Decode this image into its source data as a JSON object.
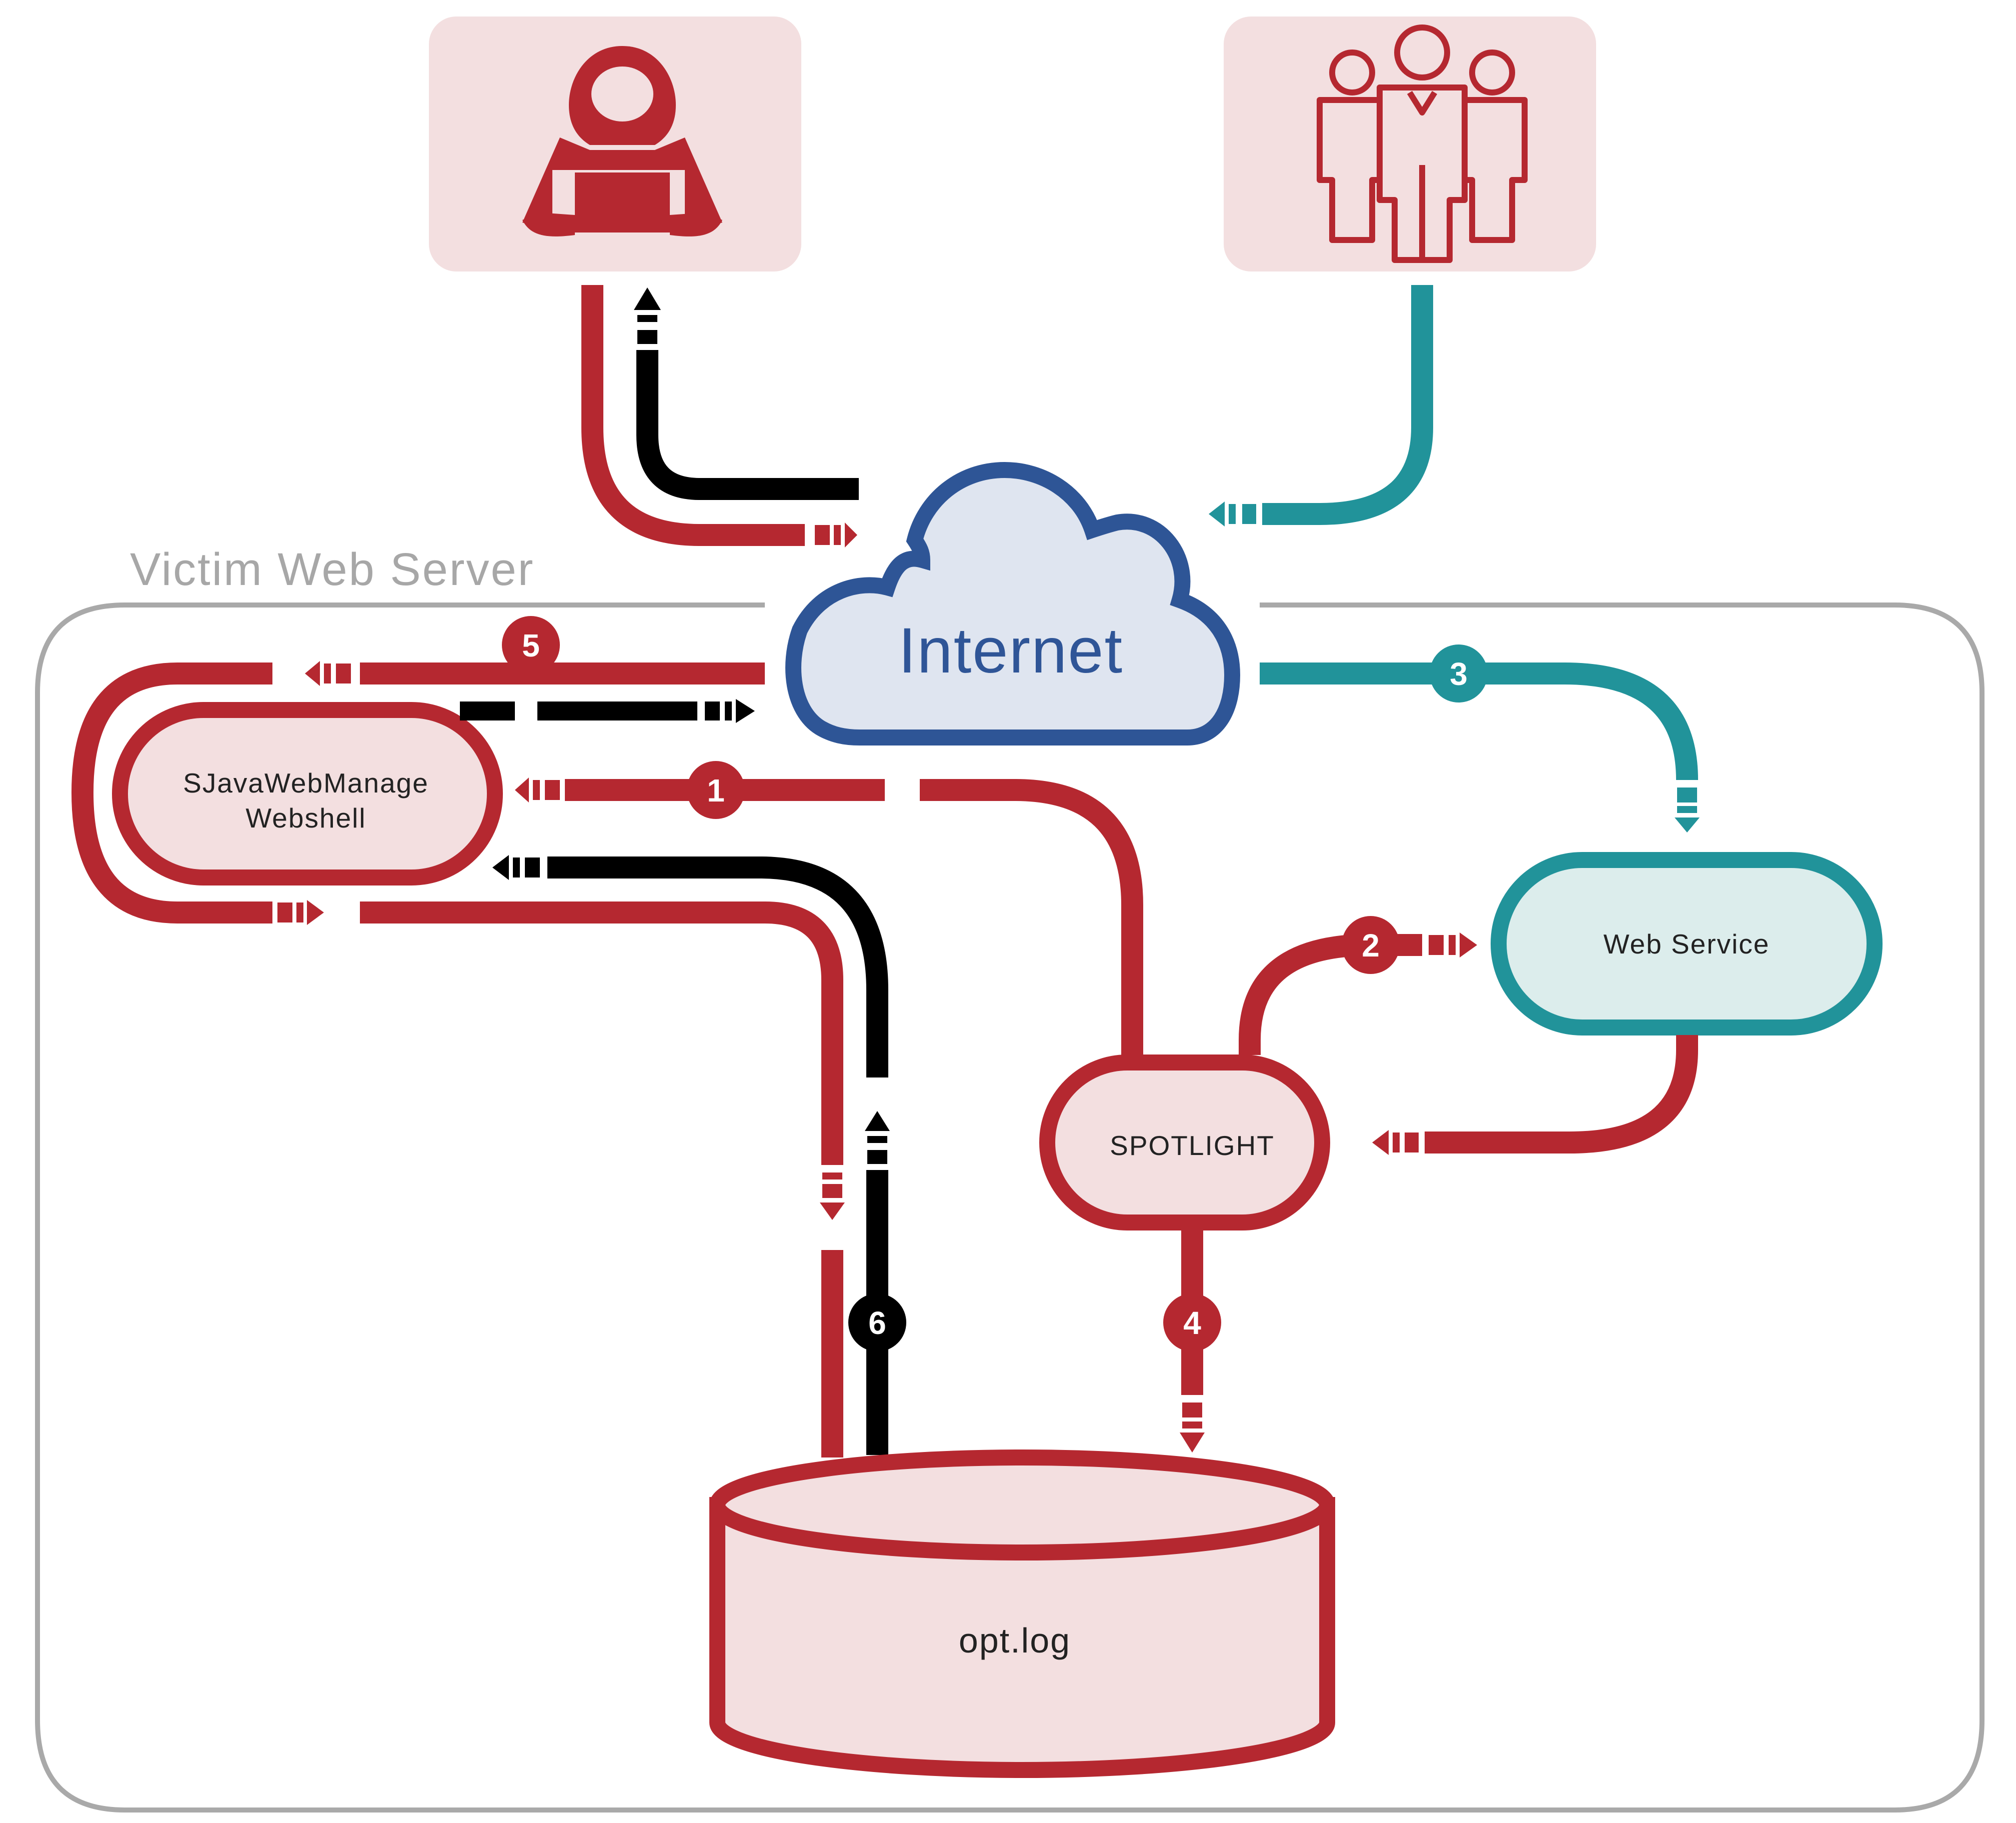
{
  "colors": {
    "attack": "#b52830",
    "legit": "#21939a",
    "exfil": "#000000",
    "cloud_stroke": "#2e5596",
    "cloud_fill": "#dfe5f0",
    "node_fill": "#f3dfe0",
    "web_service_fill": "#dcedec",
    "actor_box_fill": "#f3dfe0",
    "server_border": "#a9a9a9"
  },
  "actors": {
    "attacker": {
      "icon": "hooded-hacker-icon"
    },
    "users": {
      "icon": "group-of-users-icon"
    }
  },
  "server": {
    "label": "Victim Web Server"
  },
  "internet": {
    "label": "Internet"
  },
  "nodes": {
    "webshell_line1": "SJavaWebManage",
    "webshell_line2": "Webshell",
    "web_service": "Web Service",
    "spotlight": "SPOTLIGHT",
    "log_file": "opt.log"
  },
  "steps": [
    "1",
    "2",
    "3",
    "4",
    "5",
    "6"
  ]
}
